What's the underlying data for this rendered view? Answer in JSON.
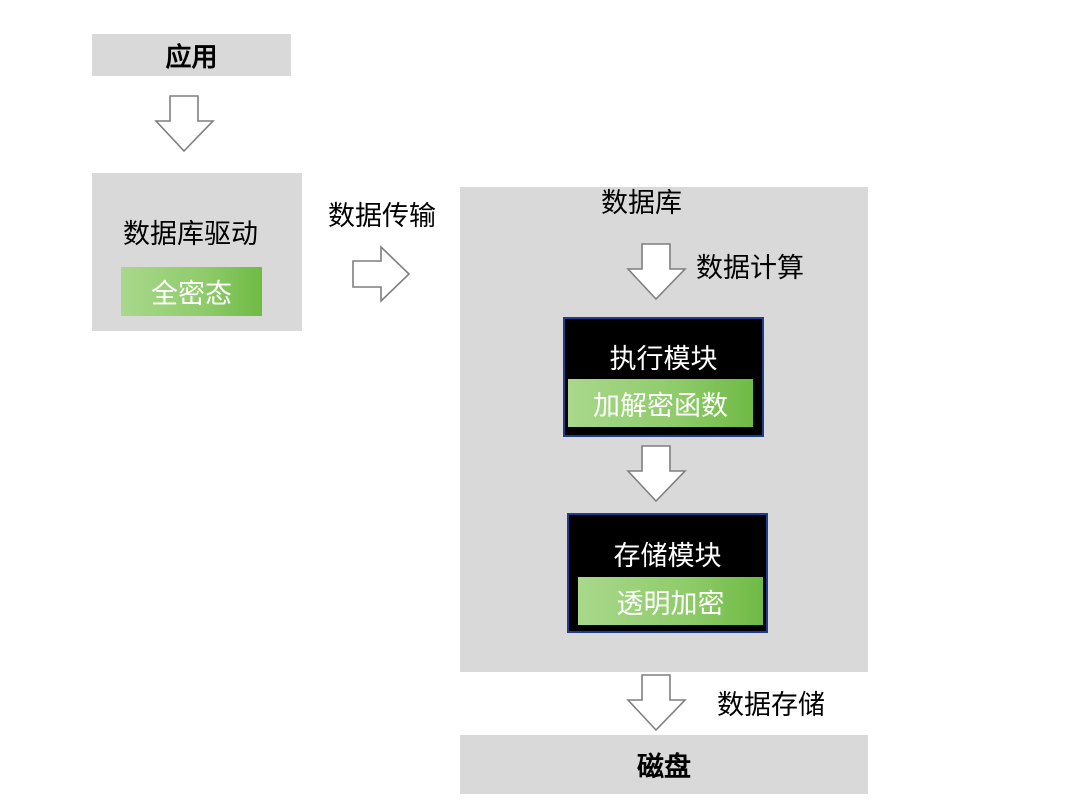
{
  "app": {
    "label": "应用"
  },
  "driver": {
    "label": "数据库驱动",
    "tag": "全密态"
  },
  "transfer": {
    "label": "数据传输"
  },
  "database": {
    "label": "数据库",
    "compute_label": "数据计算",
    "exec_module": {
      "title": "执行模块",
      "tag": "加解密函数"
    },
    "storage_module": {
      "title": "存储模块",
      "tag": "透明加密"
    }
  },
  "store": {
    "label": "数据存储"
  },
  "disk": {
    "label": "磁盘"
  },
  "colors": {
    "box_gray": "#d9d9d9",
    "green": "#8ecb69",
    "module_bg": "#000000",
    "module_border": "#1f3d8f"
  }
}
